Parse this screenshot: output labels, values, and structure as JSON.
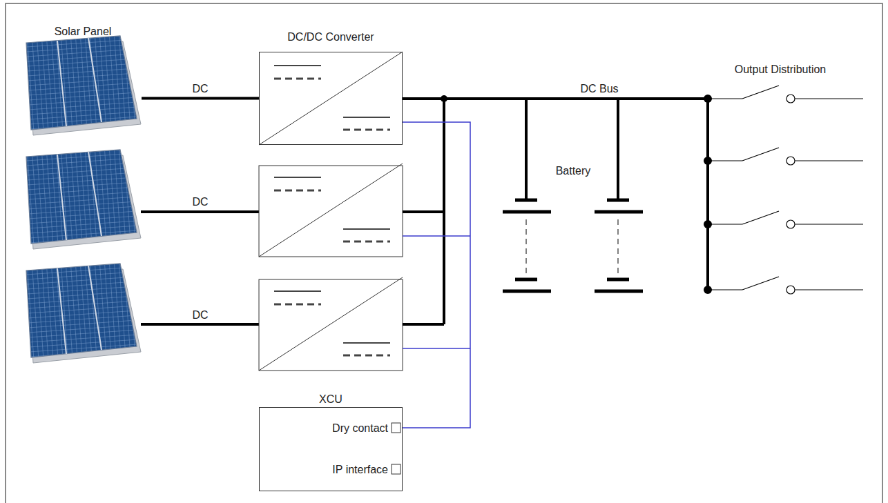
{
  "diagram": {
    "nodes": [
      {
        "text": [
          "Solar Panel"
        ]
      },
      {
        "text": [
          "DC/DC Converter"
        ]
      },
      {
        "text": [
          "XCU",
          "Dry contact",
          "IP interface"
        ]
      }
    ],
    "edges": [
      {
        "from": 0,
        "to": 1,
        "label": "DC",
        "arrow": "none"
      },
      {
        "from": 1,
        "to": 2,
        "arrow": "none"
      }
    ],
    "labels": [
      "DC",
      "DC",
      "DC Bus",
      "Battery",
      "Output Distribution"
    ]
  }
}
